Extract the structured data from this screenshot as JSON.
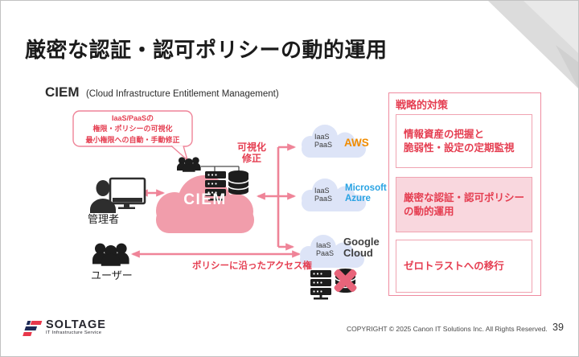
{
  "slide": {
    "title": "厳密な認証・認可ポリシーの動的運用",
    "page_number": "39",
    "copyright": "COPYRIGHT © 2025 Canon IT Solutions Inc. All Rights Reserved."
  },
  "subtitle": {
    "acronym": "CIEM",
    "rest": "(Cloud Infrastructure Entitlement Management)"
  },
  "diagram": {
    "bubble_lines": [
      "IaaS/PaaSの",
      "権限・ポリシーの可視化",
      "最小権限への自動・手動修正"
    ],
    "visualize_fix_lines": [
      "可視化",
      "修正"
    ],
    "ciem_label": "CIEM",
    "admin_label": "管理者",
    "users_label": "ユーザー",
    "access_arrow_label": "ポリシーに沿ったアクセス権",
    "providers": [
      {
        "service_lines": [
          "IaaS",
          "PaaS"
        ],
        "name_lines": [
          "AWS"
        ],
        "name_color": "#f08c00"
      },
      {
        "service_lines": [
          "IaaS",
          "PaaS"
        ],
        "name_lines": [
          "Microsoft",
          "Azure"
        ],
        "name_color": "#29a3e3"
      },
      {
        "service_lines": [
          "IaaS",
          "PaaS"
        ],
        "name_lines": [
          "Google",
          "Cloud"
        ],
        "name_color": "#3f3f3f"
      }
    ]
  },
  "panel": {
    "header": "戦略的対策",
    "items": [
      {
        "lines": [
          "情報資産の把握と",
          "脆弱性・設定の定期監視"
        ],
        "highlighted": false
      },
      {
        "lines": [
          "厳密な認証・認可ポリシー",
          "の動的運用"
        ],
        "highlighted": true
      },
      {
        "lines": [
          "ゼロトラストへの移行"
        ],
        "highlighted": false
      }
    ]
  },
  "footer": {
    "brand": "SOLTAGE",
    "brand_sub": "IT Infrastructure Service"
  },
  "colors": {
    "accent_pink": "#ef8498",
    "red_text": "#e53e51",
    "ciem_cloud_pink": "#f19dab",
    "provider_cloud_blue": "#dde4f7",
    "aws_orange": "#f08c00",
    "azure_blue": "#29a3e3",
    "google_gray": "#3f3f3f",
    "highlight_bg": "#f9d7de",
    "logo_red": "#e8374a",
    "logo_navy": "#1f2a56"
  }
}
